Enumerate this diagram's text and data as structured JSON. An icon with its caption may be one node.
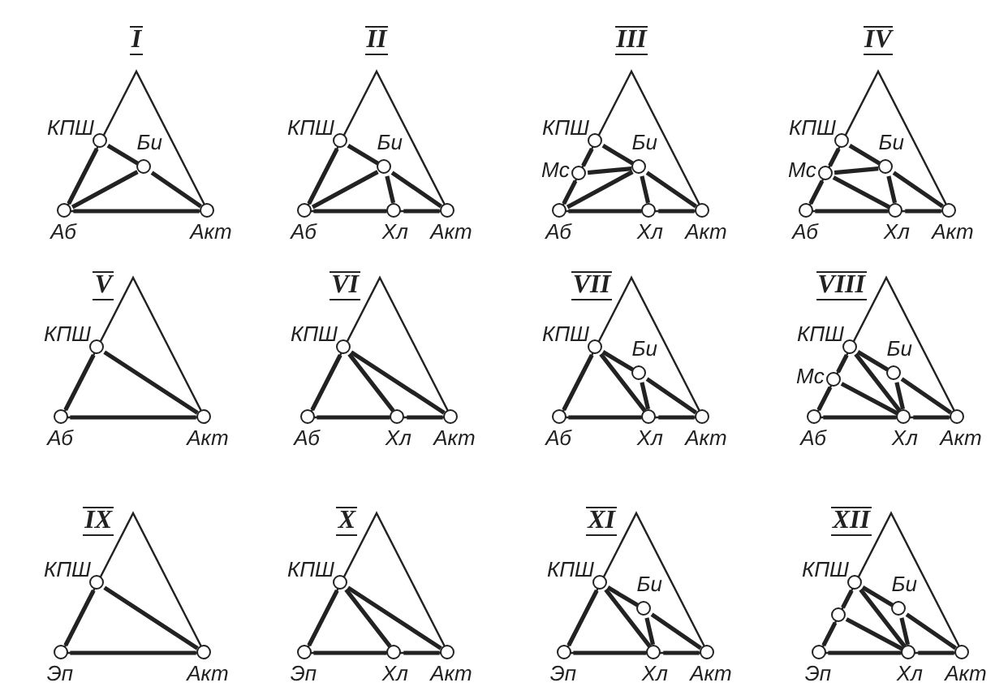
{
  "diagram": {
    "nodes": [
      {
        "text": [
          "I"
        ]
      },
      {
        "text": [
          "КПШ"
        ],
        "in": 0
      },
      {
        "text": [
          "Би"
        ],
        "in": 0
      },
      {
        "text": [
          "Аб"
        ],
        "in": 0
      },
      {
        "text": [
          "Акт"
        ],
        "in": 0
      },
      {
        "text": [
          "II"
        ]
      },
      {
        "text": [
          "КПШ"
        ],
        "in": 5
      },
      {
        "text": [
          "Би"
        ],
        "in": 5
      },
      {
        "text": [
          "Аб"
        ],
        "in": 5
      },
      {
        "text": [
          "Хл"
        ],
        "in": 5
      },
      {
        "text": [
          "Акт"
        ],
        "in": 5
      },
      {
        "text": [
          "III"
        ]
      },
      {
        "text": [
          "КПШ"
        ],
        "in": 11
      },
      {
        "text": [
          "Би"
        ],
        "in": 11
      },
      {
        "text": [
          "Мс"
        ],
        "in": 11
      },
      {
        "text": [
          "Аб"
        ],
        "in": 11
      },
      {
        "text": [
          "Хл"
        ],
        "in": 11
      },
      {
        "text": [
          "Акт"
        ],
        "in": 11
      },
      {
        "text": [
          "IV"
        ]
      },
      {
        "text": [
          "КПШ"
        ],
        "in": 18
      },
      {
        "text": [
          "Би"
        ],
        "in": 18
      },
      {
        "text": [
          "Мс"
        ],
        "in": 18
      },
      {
        "text": [
          "Аб"
        ],
        "in": 18
      },
      {
        "text": [
          "Хл"
        ],
        "in": 18
      },
      {
        "text": [
          "Акт"
        ],
        "in": 18
      },
      {
        "text": [
          "V"
        ]
      },
      {
        "text": [
          "КПШ"
        ],
        "in": 25
      },
      {
        "text": [
          "Аб"
        ],
        "in": 25
      },
      {
        "text": [
          "Акт"
        ],
        "in": 25
      },
      {
        "text": [
          "VI"
        ]
      },
      {
        "text": [
          "КПШ"
        ],
        "in": 29
      },
      {
        "text": [
          "Аб"
        ],
        "in": 29
      },
      {
        "text": [
          "Хл"
        ],
        "in": 29
      },
      {
        "text": [
          "Акт"
        ],
        "in": 29
      },
      {
        "text": [
          "VII"
        ]
      },
      {
        "text": [
          "КПШ"
        ],
        "in": 34
      },
      {
        "text": [
          "Би"
        ],
        "in": 34
      },
      {
        "text": [
          "Аб"
        ],
        "in": 34
      },
      {
        "text": [
          "Хл"
        ],
        "in": 34
      },
      {
        "text": [
          "Акт"
        ],
        "in": 34
      },
      {
        "text": [
          "VIII"
        ]
      },
      {
        "text": [
          "КПШ"
        ],
        "in": 40
      },
      {
        "text": [
          "Би"
        ],
        "in": 40
      },
      {
        "text": [
          "Мс"
        ],
        "in": 40
      },
      {
        "text": [
          "Аб"
        ],
        "in": 40
      },
      {
        "text": [
          "Хл"
        ],
        "in": 40
      },
      {
        "text": [
          "Акт"
        ],
        "in": 40
      },
      {
        "text": [
          "IX"
        ]
      },
      {
        "text": [
          "КПШ"
        ],
        "in": 47
      },
      {
        "text": [
          "Эп"
        ],
        "in": 47
      },
      {
        "text": [
          "Акт"
        ],
        "in": 47
      },
      {
        "text": [
          "X"
        ]
      },
      {
        "text": [
          "КПШ"
        ],
        "in": 51
      },
      {
        "text": [
          "Эп"
        ],
        "in": 51
      },
      {
        "text": [
          "Хл"
        ],
        "in": 51
      },
      {
        "text": [
          "Акт"
        ],
        "in": 51
      },
      {
        "text": [
          "XI"
        ]
      },
      {
        "text": [
          "КПШ"
        ],
        "in": 56
      },
      {
        "text": [
          "Би"
        ],
        "in": 56
      },
      {
        "text": [
          "Эп"
        ],
        "in": 56
      },
      {
        "text": [
          "Хл"
        ],
        "in": 56
      },
      {
        "text": [
          "Акт"
        ],
        "in": 56
      },
      {
        "text": [
          "XII"
        ]
      },
      {
        "text": [
          "КПШ"
        ],
        "in": 62
      },
      {
        "text": [
          "Би"
        ],
        "in": 62
      },
      {
        "text": [],
        "shape": "circle",
        "in": 62
      },
      {
        "text": [
          "Эп"
        ],
        "in": 62
      },
      {
        "text": [
          "Хл"
        ],
        "in": 62
      },
      {
        "text": [
          "Акт"
        ],
        "in": 62
      }
    ],
    "edges": [
      {
        "from": 3,
        "to": 1,
        "arrow": "none"
      },
      {
        "from": 1,
        "to": 2,
        "arrow": "none"
      },
      {
        "from": 2,
        "to": 4,
        "arrow": "none"
      },
      {
        "from": 3,
        "to": 2,
        "arrow": "none"
      },
      {
        "from": 3,
        "to": 4,
        "arrow": "none"
      },
      {
        "from": 8,
        "to": 6,
        "arrow": "none"
      },
      {
        "from": 6,
        "to": 7,
        "arrow": "none"
      },
      {
        "from": 7,
        "to": 10,
        "arrow": "none"
      },
      {
        "from": 8,
        "to": 7,
        "arrow": "none"
      },
      {
        "from": 7,
        "to": 9,
        "arrow": "none"
      },
      {
        "from": 8,
        "to": 9,
        "arrow": "none"
      },
      {
        "from": 9,
        "to": 10,
        "arrow": "none"
      },
      {
        "from": 15,
        "to": 14,
        "arrow": "none"
      },
      {
        "from": 14,
        "to": 12,
        "arrow": "none"
      },
      {
        "from": 12,
        "to": 13,
        "arrow": "none"
      },
      {
        "from": 14,
        "to": 13,
        "arrow": "none"
      },
      {
        "from": 15,
        "to": 13,
        "arrow": "none"
      },
      {
        "from": 13,
        "to": 16,
        "arrow": "none"
      },
      {
        "from": 13,
        "to": 17,
        "arrow": "none"
      },
      {
        "from": 15,
        "to": 16,
        "arrow": "none"
      },
      {
        "from": 16,
        "to": 17,
        "arrow": "none"
      },
      {
        "from": 22,
        "to": 21,
        "arrow": "none"
      },
      {
        "from": 21,
        "to": 19,
        "arrow": "none"
      },
      {
        "from": 19,
        "to": 20,
        "arrow": "none"
      },
      {
        "from": 21,
        "to": 20,
        "arrow": "none"
      },
      {
        "from": 21,
        "to": 23,
        "arrow": "none"
      },
      {
        "from": 20,
        "to": 23,
        "arrow": "none"
      },
      {
        "from": 20,
        "to": 24,
        "arrow": "none"
      },
      {
        "from": 22,
        "to": 23,
        "arrow": "none"
      },
      {
        "from": 23,
        "to": 24,
        "arrow": "none"
      },
      {
        "from": 27,
        "to": 26,
        "arrow": "none"
      },
      {
        "from": 26,
        "to": 28,
        "arrow": "none"
      },
      {
        "from": 27,
        "to": 28,
        "arrow": "none"
      },
      {
        "from": 31,
        "to": 30,
        "arrow": "none"
      },
      {
        "from": 30,
        "to": 32,
        "arrow": "none"
      },
      {
        "from": 30,
        "to": 33,
        "arrow": "none"
      },
      {
        "from": 31,
        "to": 32,
        "arrow": "none"
      },
      {
        "from": 32,
        "to": 33,
        "arrow": "none"
      },
      {
        "from": 37,
        "to": 35,
        "arrow": "none"
      },
      {
        "from": 35,
        "to": 38,
        "arrow": "none"
      },
      {
        "from": 35,
        "to": 36,
        "arrow": "none"
      },
      {
        "from": 36,
        "to": 38,
        "arrow": "none"
      },
      {
        "from": 36,
        "to": 39,
        "arrow": "none"
      },
      {
        "from": 37,
        "to": 38,
        "arrow": "none"
      },
      {
        "from": 38,
        "to": 39,
        "arrow": "none"
      },
      {
        "from": 44,
        "to": 43,
        "arrow": "none"
      },
      {
        "from": 43,
        "to": 41,
        "arrow": "none"
      },
      {
        "from": 43,
        "to": 45,
        "arrow": "none"
      },
      {
        "from": 41,
        "to": 45,
        "arrow": "none"
      },
      {
        "from": 41,
        "to": 42,
        "arrow": "none"
      },
      {
        "from": 42,
        "to": 45,
        "arrow": "none"
      },
      {
        "from": 42,
        "to": 46,
        "arrow": "none"
      },
      {
        "from": 44,
        "to": 45,
        "arrow": "none"
      },
      {
        "from": 45,
        "to": 46,
        "arrow": "none"
      },
      {
        "from": 49,
        "to": 48,
        "arrow": "none"
      },
      {
        "from": 48,
        "to": 50,
        "arrow": "none"
      },
      {
        "from": 49,
        "to": 50,
        "arrow": "none"
      },
      {
        "from": 53,
        "to": 52,
        "arrow": "none"
      },
      {
        "from": 52,
        "to": 54,
        "arrow": "none"
      },
      {
        "from": 52,
        "to": 55,
        "arrow": "none"
      },
      {
        "from": 53,
        "to": 54,
        "arrow": "none"
      },
      {
        "from": 54,
        "to": 55,
        "arrow": "none"
      },
      {
        "from": 59,
        "to": 57,
        "arrow": "none"
      },
      {
        "from": 57,
        "to": 60,
        "arrow": "none"
      },
      {
        "from": 57,
        "to": 58,
        "arrow": "none"
      },
      {
        "from": 58,
        "to": 60,
        "arrow": "none"
      },
      {
        "from": 58,
        "to": 61,
        "arrow": "none"
      },
      {
        "from": 59,
        "to": 60,
        "arrow": "none"
      },
      {
        "from": 60,
        "to": 61,
        "arrow": "none"
      },
      {
        "from": 66,
        "to": 65,
        "arrow": "none"
      },
      {
        "from": 65,
        "to": 63,
        "arrow": "none"
      },
      {
        "from": 65,
        "to": 67,
        "arrow": "none"
      },
      {
        "from": 63,
        "to": 67,
        "arrow": "none"
      },
      {
        "from": 63,
        "to": 64,
        "arrow": "none"
      },
      {
        "from": 64,
        "to": 67,
        "arrow": "none"
      },
      {
        "from": 64,
        "to": 68,
        "arrow": "none"
      },
      {
        "from": 66,
        "to": 67,
        "arrow": "none"
      },
      {
        "from": 67,
        "to": 68,
        "arrow": "none"
      }
    ]
  }
}
